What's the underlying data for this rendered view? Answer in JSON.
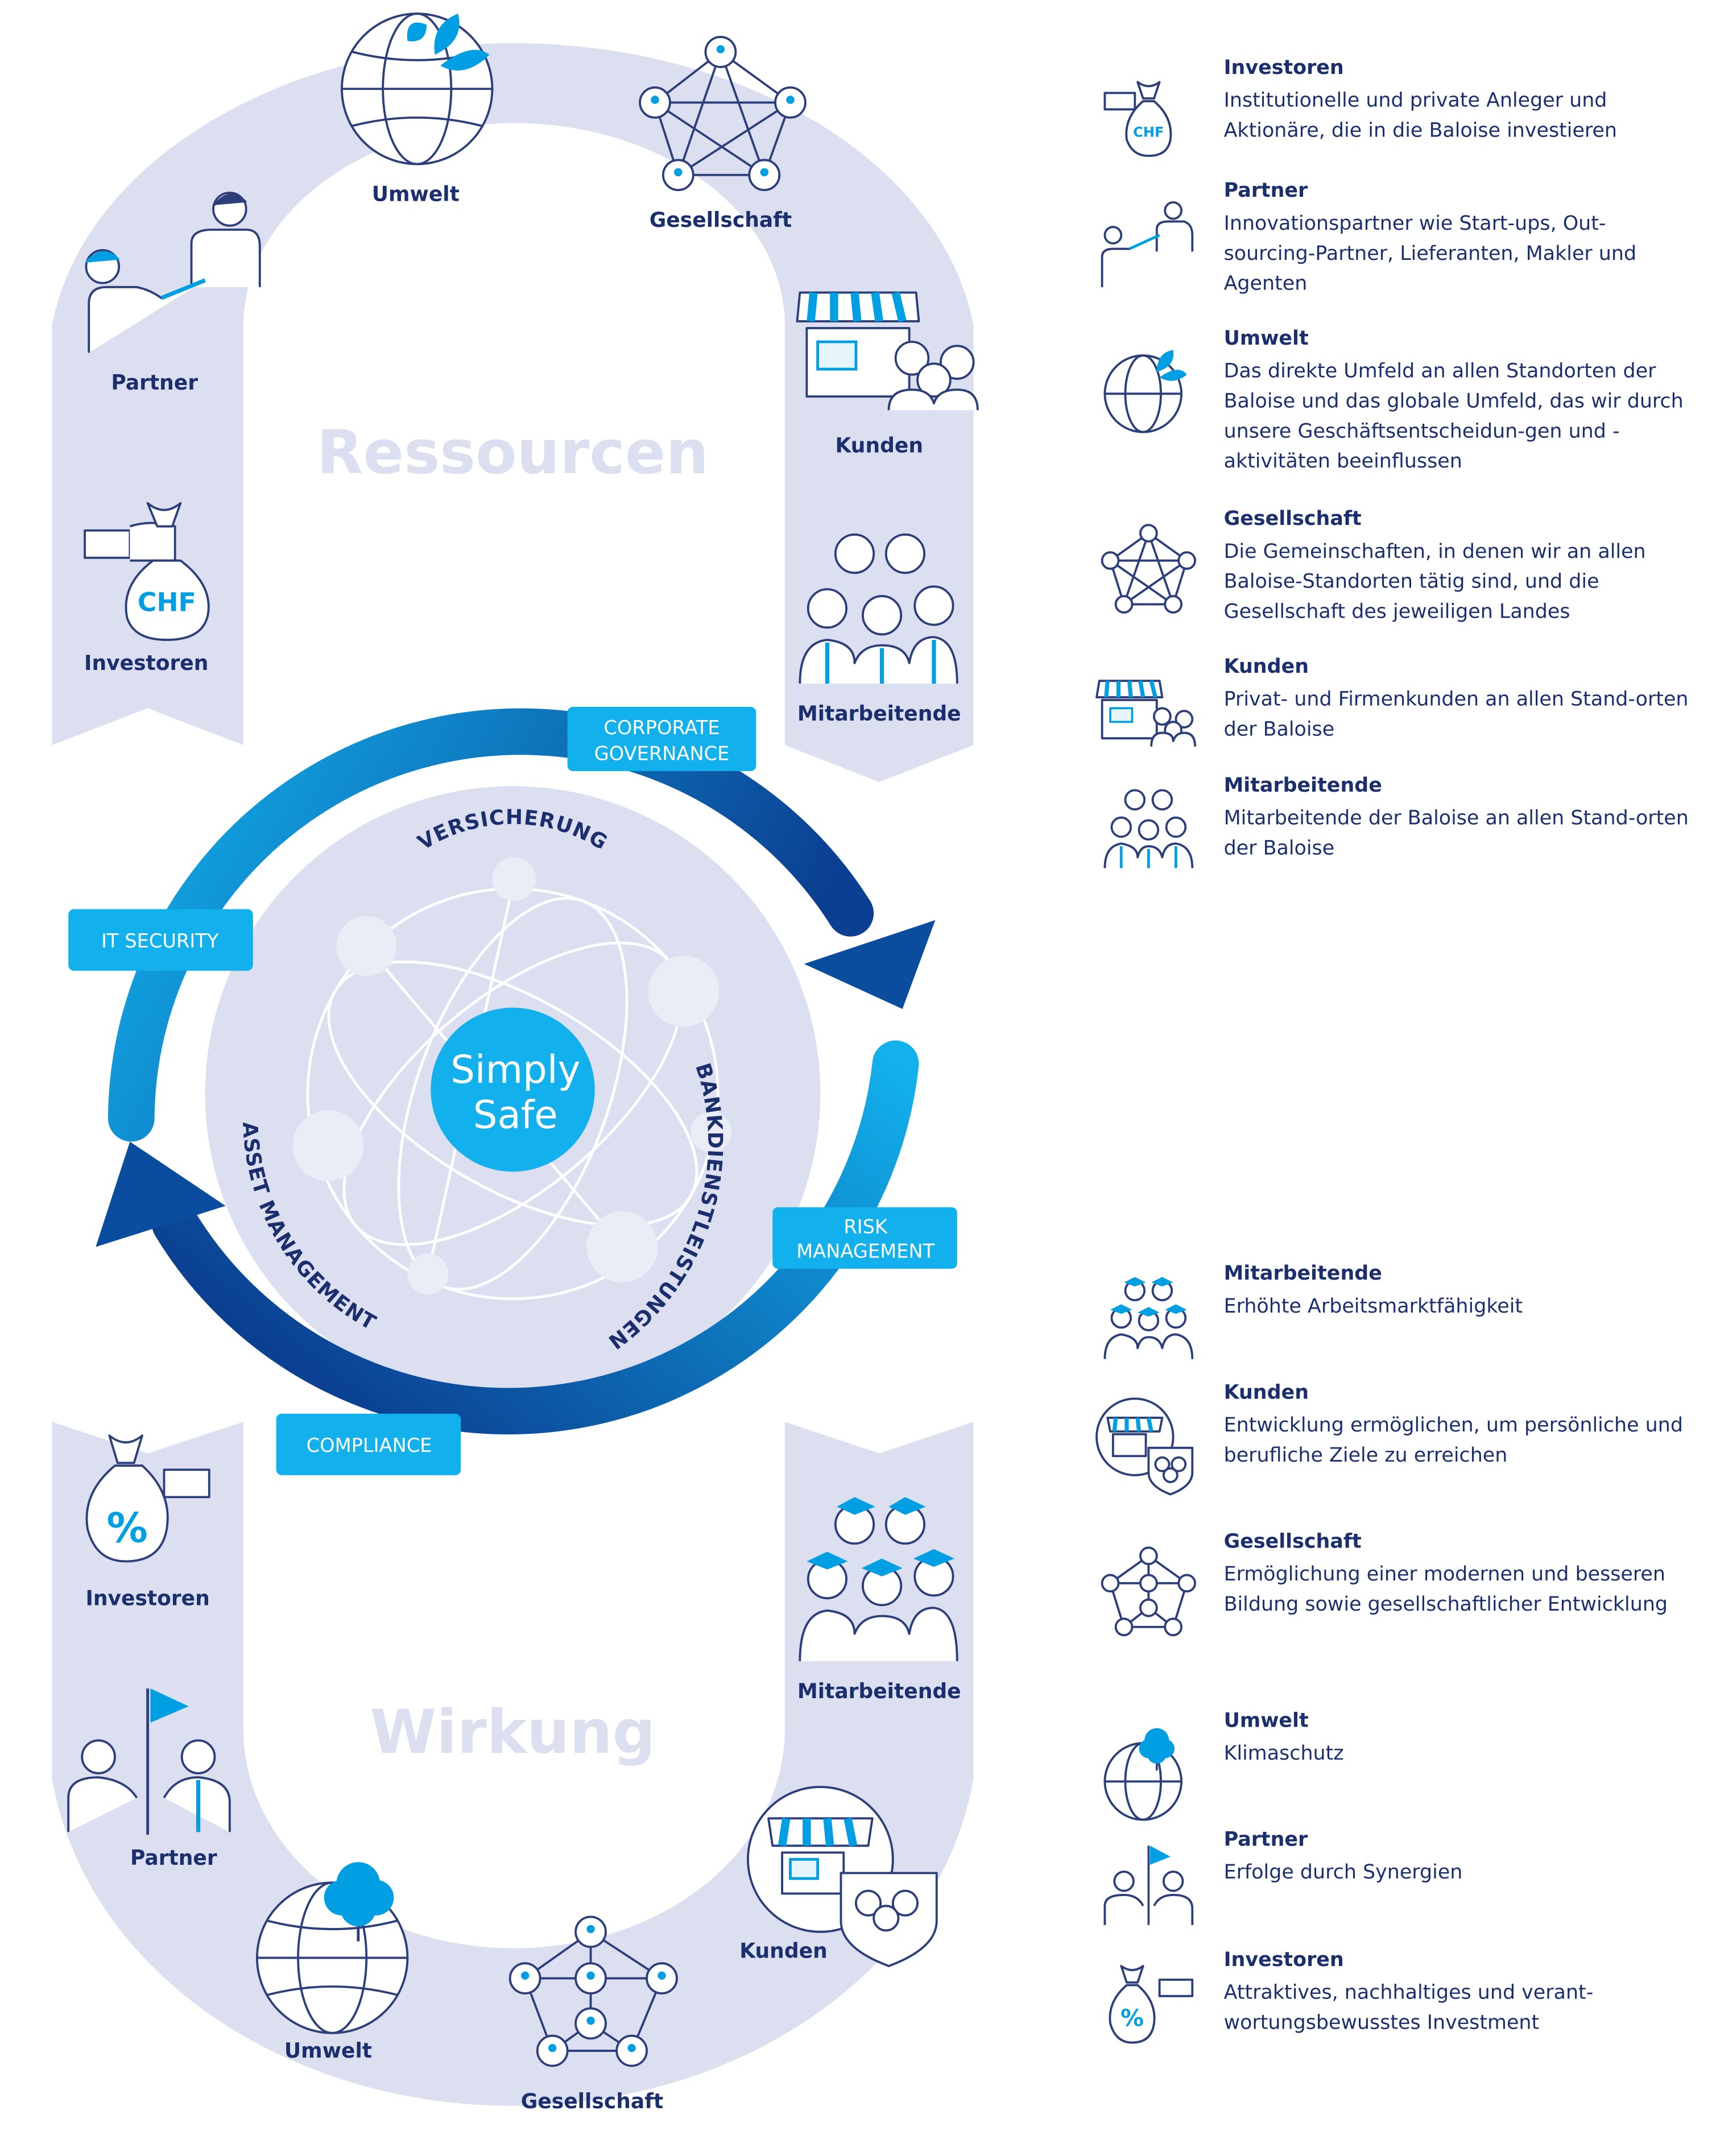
{
  "resources": {
    "heading": "Ressourcen",
    "labels": {
      "umwelt": "Umwelt",
      "gesellschaft": "Gesellschaft",
      "partner": "Partner",
      "kunden": "Kunden",
      "investoren": "Investoren",
      "mitarbeitende": "Mitarbeitende"
    },
    "chf_label": "CHF"
  },
  "impact": {
    "heading": "Wirkung",
    "labels": {
      "investoren": "Investoren",
      "mitarbeitende": "Mitarbeitende",
      "partner": "Partner",
      "kunden": "Kunden",
      "umwelt": "Umwelt",
      "gesellschaft": "Gesellschaft"
    },
    "percent_label": "%"
  },
  "cycle": {
    "tags": {
      "corporate_governance_1": "CORPORATE",
      "corporate_governance_2": "GOVERNANCE",
      "it_security": "IT SECURITY",
      "risk_management_1": "RISK",
      "risk_management_2": "MANAGEMENT",
      "compliance": "COMPLIANCE"
    },
    "ring_labels": {
      "versicherung": "VERSICHERUNG",
      "bankdienstleistungen": "BANKDIENSTLEISTUNGEN",
      "asset_management": "ASSET MANAGEMENT"
    },
    "center_line1": "Simply",
    "center_line2": "Safe"
  },
  "legend_resources": [
    {
      "title": "Investoren",
      "text": "Institutionelle und private Anleger und Aktionäre, die in die Baloise investieren",
      "icon": "money-bag-chf-icon",
      "icon_text": "CHF"
    },
    {
      "title": "Partner",
      "text": "Innovationspartner wie Start-ups, Out-sourcing-Partner, Lieferanten, Makler und Agenten",
      "icon": "handshake-icon"
    },
    {
      "title": "Umwelt",
      "text": "Das direkte Umfeld an allen Standorten der Baloise und das globale Umfeld, das wir durch unsere Geschäftsentscheidun-gen und -aktivitäten beeinflussen",
      "icon": "globe-leaf-icon"
    },
    {
      "title": "Gesellschaft",
      "text": "Die Gemeinschaften, in denen wir an allen Baloise-Standorten tätig sind, und die Gesellschaft des jeweiligen Landes",
      "icon": "network-icon"
    },
    {
      "title": "Kunden",
      "text": "Privat- und Firmenkunden an allen Stand-orten der Baloise",
      "icon": "shop-customers-icon"
    },
    {
      "title": "Mitarbeitende",
      "text": "Mitarbeitende der Baloise an allen Stand-orten der Baloise",
      "icon": "employees-icon"
    }
  ],
  "legend_impact": [
    {
      "title": "Mitarbeitende",
      "text": "Erhöhte Arbeitsmarktfähigkeit",
      "icon": "graduates-icon"
    },
    {
      "title": "Kunden",
      "text": "Entwicklung ermöglichen, um persönliche und berufliche Ziele zu erreichen",
      "icon": "shop-shield-icon"
    },
    {
      "title": "Gesellschaft",
      "text": "Ermöglichung einer modernen und besseren Bildung sowie gesellschaftlicher Entwicklung",
      "icon": "network-icon"
    },
    {
      "title": "Umwelt",
      "text": "Klimaschutz",
      "icon": "globe-tree-icon"
    },
    {
      "title": "Partner",
      "text": "Erfolge durch Synergien",
      "icon": "flag-partners-icon"
    },
    {
      "title": "Investoren",
      "text": "Attraktives, nachhaltiges und verant-wortungsbewusstes Investment",
      "icon": "money-bag-percent-icon",
      "icon_text": "%"
    }
  ],
  "colors": {
    "band": "#dcdff0",
    "brand_blue": "#009fe3",
    "dark_blue": "#1b2f6e",
    "arrow_dark": "#0a4d9e"
  }
}
